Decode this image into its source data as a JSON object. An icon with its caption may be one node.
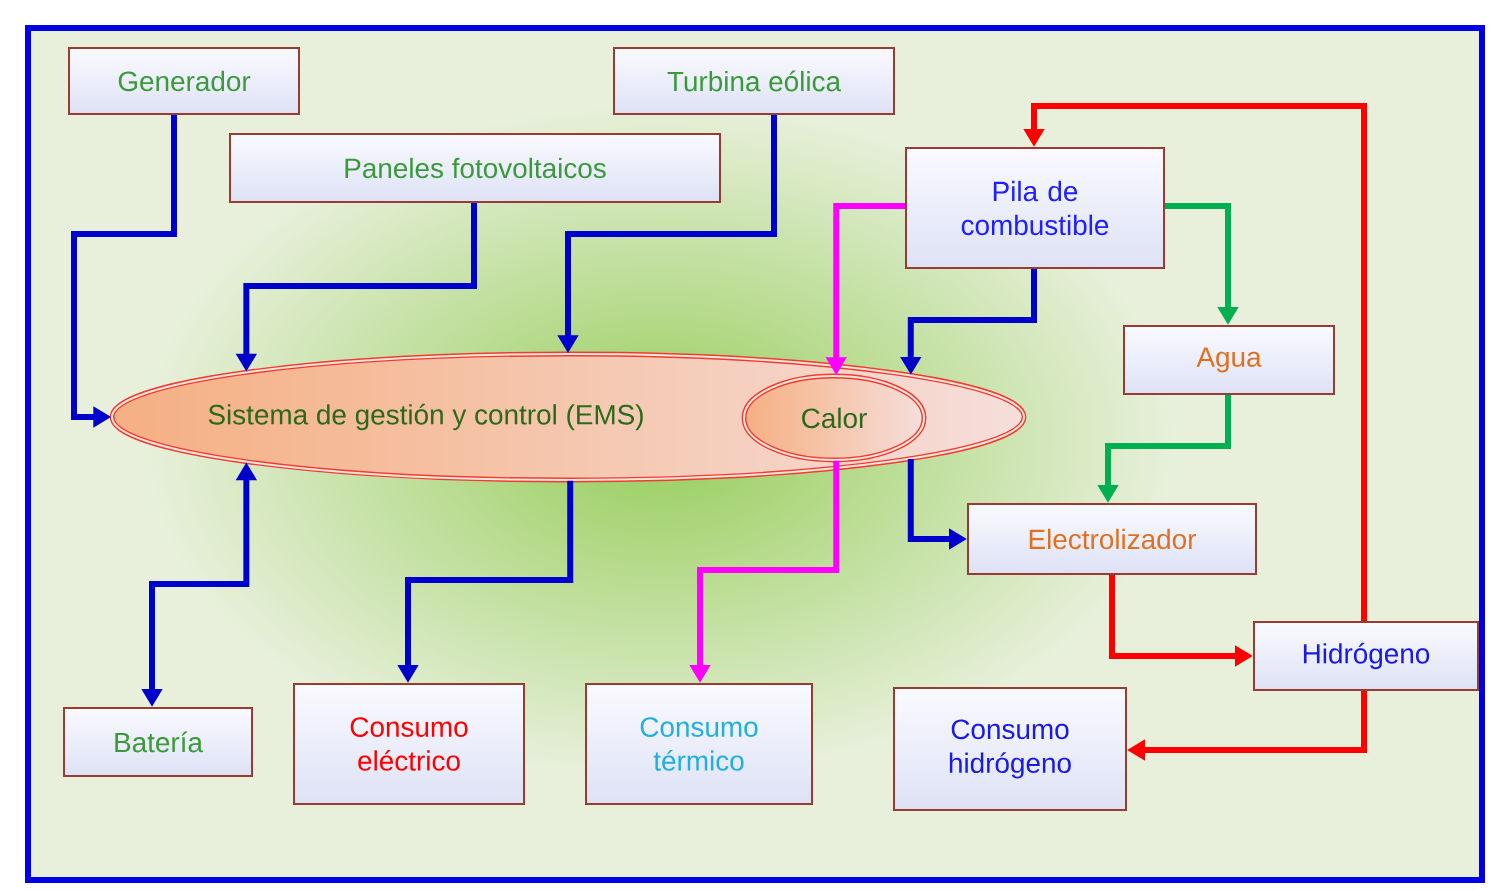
{
  "diagram": {
    "nodes": [
      {
        "text": [
          "Generador"
        ]
      },
      {
        "text": [
          "Turbina eólica"
        ]
      },
      {
        "text": [
          "Paneles fotovoltaicos"
        ]
      },
      {
        "text": [
          "Pila de combustible"
        ]
      },
      {
        "text": [
          "Sistema de gestión y control (EMS)"
        ]
      },
      {
        "text": [
          "Calor"
        ],
        "in": 4
      },
      {
        "text": [
          "Agua"
        ]
      },
      {
        "text": [
          "Electrolizador"
        ]
      },
      {
        "text": [
          "Hidrógeno"
        ]
      },
      {
        "text": [
          "Batería"
        ]
      },
      {
        "text": [
          "Consumo eléctrico"
        ]
      },
      {
        "text": [
          "Consumo térmico"
        ]
      },
      {
        "text": [
          "Consumo hidrógeno"
        ]
      }
    ],
    "edges": [
      {
        "from": 0,
        "to": 4,
        "arrow": "to"
      },
      {
        "from": 2,
        "to": 4,
        "arrow": "to"
      },
      {
        "from": 1,
        "to": 4,
        "arrow": "to"
      },
      {
        "from": 3,
        "to": 5,
        "arrow": "to",
        "color": "#ff00ff"
      },
      {
        "from": 3,
        "to": 4,
        "arrow": "to"
      },
      {
        "from": 3,
        "to": 6,
        "arrow": "to",
        "color": "#00b050"
      },
      {
        "from": 6,
        "to": 7,
        "arrow": "to",
        "color": "#00b050"
      },
      {
        "from": 4,
        "to": 7,
        "arrow": "to"
      },
      {
        "from": 7,
        "to": 8,
        "arrow": "to",
        "color": "#ff0000"
      },
      {
        "from": 8,
        "to": 3,
        "arrow": "to",
        "color": "#ff0000"
      },
      {
        "from": 8,
        "to": 12,
        "arrow": "to",
        "color": "#ff0000"
      },
      {
        "from": 4,
        "to": 9,
        "arrow": "both"
      },
      {
        "from": 4,
        "to": 10,
        "arrow": "to"
      },
      {
        "from": 5,
        "to": 11,
        "arrow": "to",
        "color": "#ff00ff"
      }
    ]
  }
}
